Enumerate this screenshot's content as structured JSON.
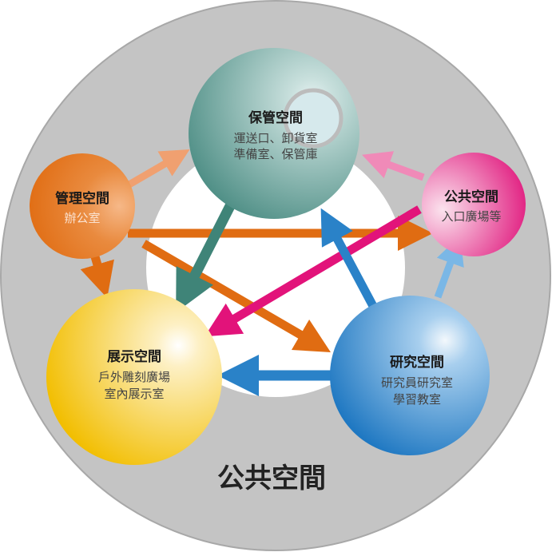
{
  "outer_label": "公共空間",
  "colors": {
    "storage": "#6fa9a0",
    "public": "#e2137a",
    "admin": "#e9741a",
    "exhibit": "#f5c400",
    "research": "#2a88cf",
    "background": "#c4c4c4"
  },
  "nodes": {
    "storage": {
      "title": "保管空間",
      "lines": [
        "運送口、卸貨室",
        "準備室、保管庫"
      ]
    },
    "public": {
      "title": "公共空間",
      "lines": [
        "入口廣場等"
      ]
    },
    "admin": {
      "title": "管理空間",
      "lines": [
        "辦公室"
      ]
    },
    "exhibit": {
      "title": "展示空間",
      "lines": [
        "戶外雕刻廣場",
        "室內展示室"
      ]
    },
    "research": {
      "title": "研究空間",
      "lines": [
        "研究員研究室",
        "學習教室"
      ]
    }
  }
}
